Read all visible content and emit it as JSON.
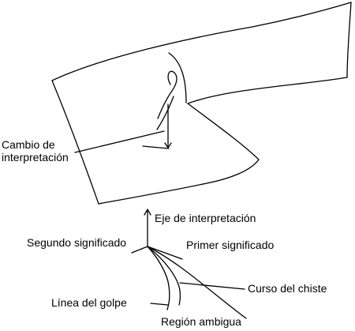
{
  "labels": {
    "cambio_line1": "Cambio de",
    "cambio_line2": "interpretación",
    "eje": "Eje de interpretación",
    "segundo": "Segundo significado",
    "primer": "Primer significado",
    "curso": "Curso del chiste",
    "linea": "Línea del golpe",
    "region": "Región ambigua"
  }
}
